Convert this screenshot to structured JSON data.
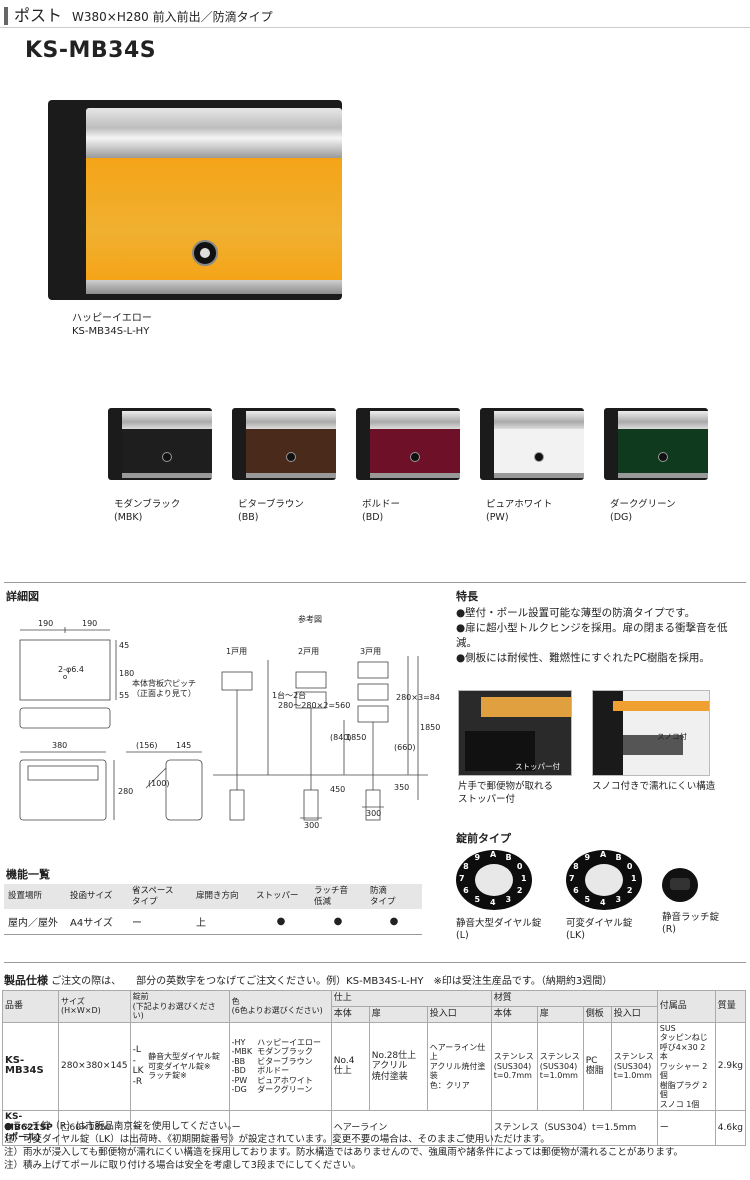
{
  "header": {
    "category": "ポスト",
    "spec": "W380×H280  前入前出／防滴タイプ",
    "model": "KS-MB34S"
  },
  "hero": {
    "name": "ハッピーイエロー",
    "code": "KS-MB34S-L-HY",
    "color": "#f5a418"
  },
  "variants": [
    {
      "name": "モダンブラック",
      "code": "(MBK)",
      "color": "#1e1e1e"
    },
    {
      "name": "ビターブラウン",
      "code": "(BB)",
      "color": "#4a2a1a"
    },
    {
      "name": "ボルドー",
      "code": "(BD)",
      "color": "#6e1028"
    },
    {
      "name": "ピュアホワイト",
      "code": "(PW)",
      "color": "#f2f2f2"
    },
    {
      "name": "ダークグリーン",
      "code": "(DG)",
      "color": "#0f3a1e"
    }
  ],
  "detail": {
    "heading": "詳細図",
    "ref": "参考図",
    "hole_note_1": "本体背板穴ピッチ",
    "hole_note_2": "（正面より見て）",
    "hole": "2-φ6.4",
    "dims": {
      "w190a": "190",
      "w190b": "190",
      "h45": "45",
      "h180": "180",
      "h55": "55",
      "w380": "380",
      "h280": "280",
      "d156": "(156)",
      "d145": "145",
      "r100": "(100)"
    },
    "poles": {
      "p1": "1戸用",
      "p2": "2戸用",
      "p3": "3戸用",
      "h1": "1台～2台",
      "h2": "280～280×2=560",
      "h3": "280×3=840",
      "h840": "(840)",
      "h1850a": "1850",
      "h450": "450",
      "h660": "(660)",
      "h1850b": "1850",
      "h350": "350",
      "w300a": "300",
      "w300b": "300"
    }
  },
  "features": {
    "heading": "特長",
    "items": [
      "●壁付・ポール設置可能な薄型の防滴タイプです。",
      "●扉に超小型トルクヒンジを採用。扉の閉まる衝撃音を低減。",
      "●側板には耐候性、難燃性にすぐれたPC樹脂を採用。"
    ],
    "photo1_label": "ストッパー付",
    "photo1_cap_1": "片手で郵便物が取れる",
    "photo1_cap_2": "ストッパー付",
    "photo2_label": "スノコ付",
    "photo2_cap": "スノコ付きで濡れにくい構造"
  },
  "locks": {
    "heading": "錠前タイプ",
    "items": [
      {
        "name": "静音大型ダイヤル錠",
        "code": "(L)"
      },
      {
        "name": "可変ダイヤル錠",
        "code": "(LK)"
      },
      {
        "name": "静音ラッチ錠",
        "code": "(R)"
      }
    ],
    "dial_digits": "AB0123456789"
  },
  "functions": {
    "heading": "機能一覧",
    "headers": [
      "設置場所",
      "投函サイズ",
      "省スペース\nタイプ",
      "扉開き方向",
      "ストッパー",
      "ラッチ音\n低減",
      "防滴\nタイプ"
    ],
    "values": [
      "屋内／屋外",
      "A4サイズ",
      "ー",
      "上",
      "●",
      "●",
      "●"
    ]
  },
  "spec": {
    "title": "製品仕様",
    "note": "ご注文の際は、　　部分の英数字をつなげてご注文ください。例）KS-MB34S-L-HY　※印は受注生産品です。（納期約3週間）",
    "h": {
      "item": "品番",
      "size": "サイズ\n(H×W×D)",
      "lock": "錠前\n(下記よりお選びください)",
      "color": "色\n(6色よりお選びください)",
      "finish": "仕上",
      "body": "本体",
      "door": "扉",
      "slot": "投入口",
      "material": "材質",
      "m_body": "本体",
      "m_door": "扉",
      "m_side": "側板",
      "m_slot": "投入口",
      "acc": "付属品",
      "weight": "質量"
    },
    "row1": {
      "item": "KS-MB34S",
      "size": "280×380×145",
      "lock_codes": "-L\n-LK\n-R",
      "lock_names": "静音大型ダイヤル錠\n可変ダイヤル錠※\nラッチ錠※",
      "color_codes": "-HY\n-MBK\n-BB\n-BD\n-PW\n-DG",
      "color_names": "ハッピーイエロー\nモダンブラック\nビターブラウン\nボルドー\nピュアホワイト\nダークグリーン",
      "f_body": "No.4\n仕上",
      "f_door": "No.28仕上\nアクリル\n焼付塗装",
      "f_slot": "ヘアーライン仕上\nアクリル焼付塗装\n色：クリア",
      "m_body": "ステンレス\n(SUS304)\nt=0.7mm",
      "m_door": "ステンレス\n(SUS304)\nt=1.0mm",
      "m_side": "PC\n樹脂",
      "m_slot": "ステンレス\n(SUS304)\nt=1.0mm",
      "acc": "SUS\nタッピンねじ\n呼び4×30  2本\nワッシャー  2個\n樹脂プラグ  2個\nスノコ       1個",
      "weight": "2.9kg"
    },
    "row2": {
      "item": "KS-MB621SP\n(ポール)",
      "size": "□60×1850",
      "lock": "ー",
      "color": "ー",
      "finish": "ヘアーライン",
      "material": "ステンレス（SUS304）t＝1.5mm",
      "acc": "ー",
      "weight": "4.6kg"
    }
  },
  "notes": [
    "●ラッチ錠（R）は市販品南京錠を使用してください。",
    "注）可変ダイヤル錠（LK）は出荷時、《初期開錠番号》が設定されています。変更不要の場合は、そのままご使用いただけます。",
    "注）雨水が浸入しても郵便物が濡れにくい構造を採用しております。防水構造ではありませんので、強風雨や諸条件によっては郵便物が濡れることがあります。",
    "注）積み上げてポールに取り付ける場合は安全を考慮して3段までにしてください。"
  ]
}
